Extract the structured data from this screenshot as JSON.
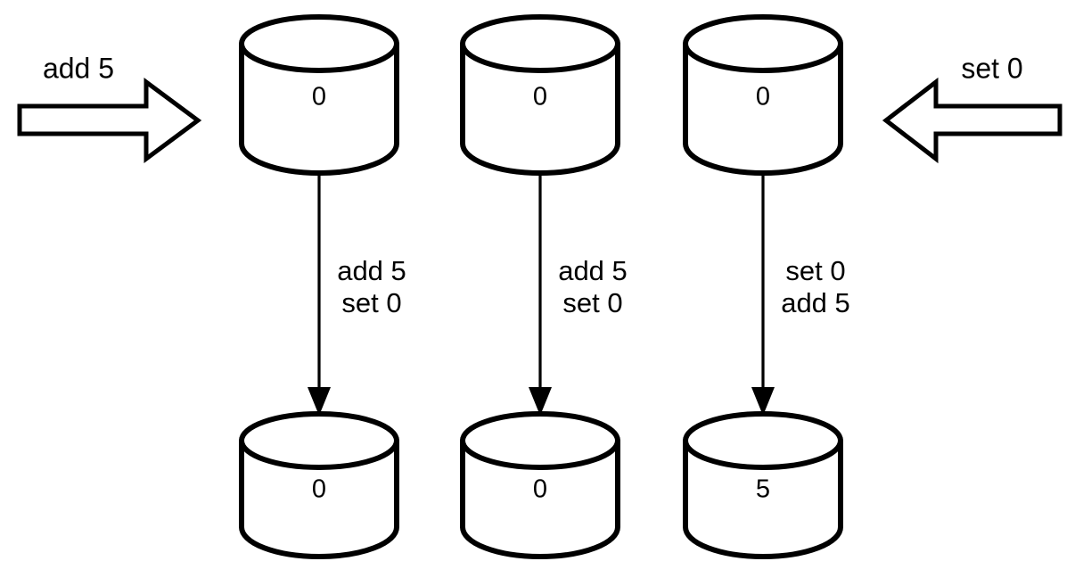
{
  "diagram": {
    "title": "replicated-register-operation-ordering",
    "type": "concurrency-convergence-diagram",
    "background_color": "#ffffff",
    "stroke_color": "#000000",
    "external_operations": [
      {
        "id": "left-operation",
        "label": "add 5",
        "direction": "right",
        "arrow_name": "block-arrow-right"
      },
      {
        "id": "right-operation",
        "label": "set 0",
        "direction": "left",
        "arrow_name": "block-arrow-left"
      }
    ],
    "columns": [
      {
        "id": "replica-1",
        "initial_value": "0",
        "operation_order": [
          "add 5",
          "set 0"
        ],
        "final_value": "0"
      },
      {
        "id": "replica-2",
        "initial_value": "0",
        "operation_order": [
          "add 5",
          "set 0"
        ],
        "final_value": "0"
      },
      {
        "id": "replica-3",
        "initial_value": "0",
        "operation_order": [
          "set 0",
          "add 5"
        ],
        "final_value": "5"
      }
    ]
  }
}
